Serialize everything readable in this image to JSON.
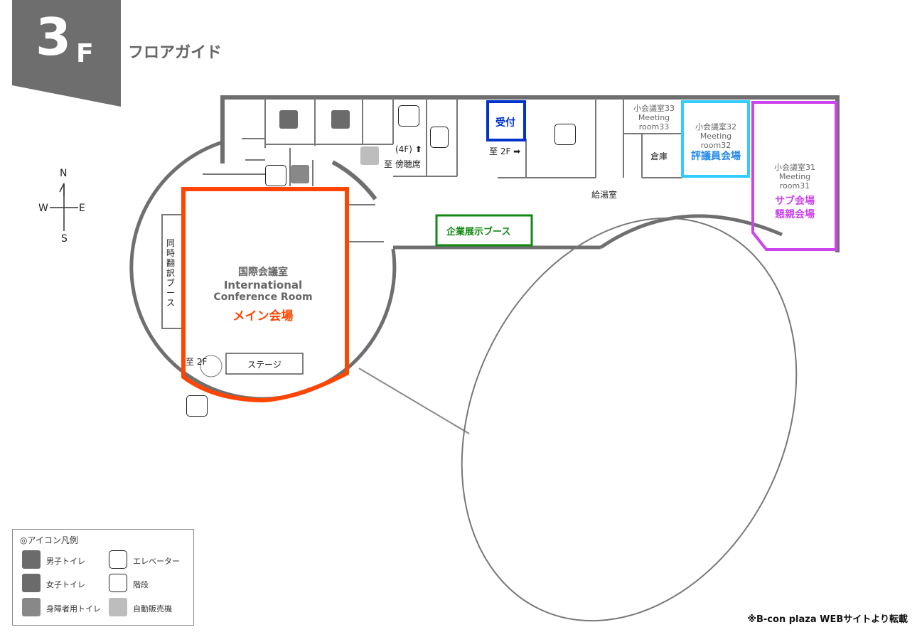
{
  "header": {
    "floor_number": "3",
    "floor_suffix": "F",
    "title": "フロアガイド"
  },
  "compass": {
    "n": "N",
    "s": "S",
    "e": "E",
    "w": "W"
  },
  "rooms": {
    "reception": "受付",
    "to_2f_right": "至 2F ➡",
    "to_4f": "(4F) ⬆",
    "to_gallery": "至 傍聴席",
    "room33": [
      "小会議室33",
      "Meeting",
      "room33"
    ],
    "storage": "倉庫",
    "kitchen": "給湯室",
    "room32": [
      "小会議室32",
      "Meeting",
      "room32"
    ],
    "room32_event": "評議員会場",
    "room31": [
      "小会議室31",
      "Meeting",
      "room31"
    ],
    "room31_event": [
      "サブ会場",
      "懇親会場"
    ],
    "exhibition": "企業展示ブース",
    "interpretation_booth": "同時翻訳ブース",
    "intl_room": [
      "国際会議室",
      "International",
      "Conference Room"
    ],
    "main_event": "メイン会場",
    "stage": "ステージ",
    "to_2f_left": "至 2F"
  },
  "legend": {
    "title": "◎アイコン凡例",
    "items": [
      "男子トイレ",
      "女子トイレ",
      "身障者用トイレ",
      "エレベーター",
      "階段",
      "自動販売機"
    ]
  },
  "footer": {
    "credit": "※B-con plaza WEBサイトより転載"
  },
  "colors": {
    "main": "#ff4500",
    "reception": "#0033cc",
    "room32": "#33ccff",
    "room31": "#cc44ee",
    "exhibition": "#118811",
    "wall": "#777777"
  }
}
